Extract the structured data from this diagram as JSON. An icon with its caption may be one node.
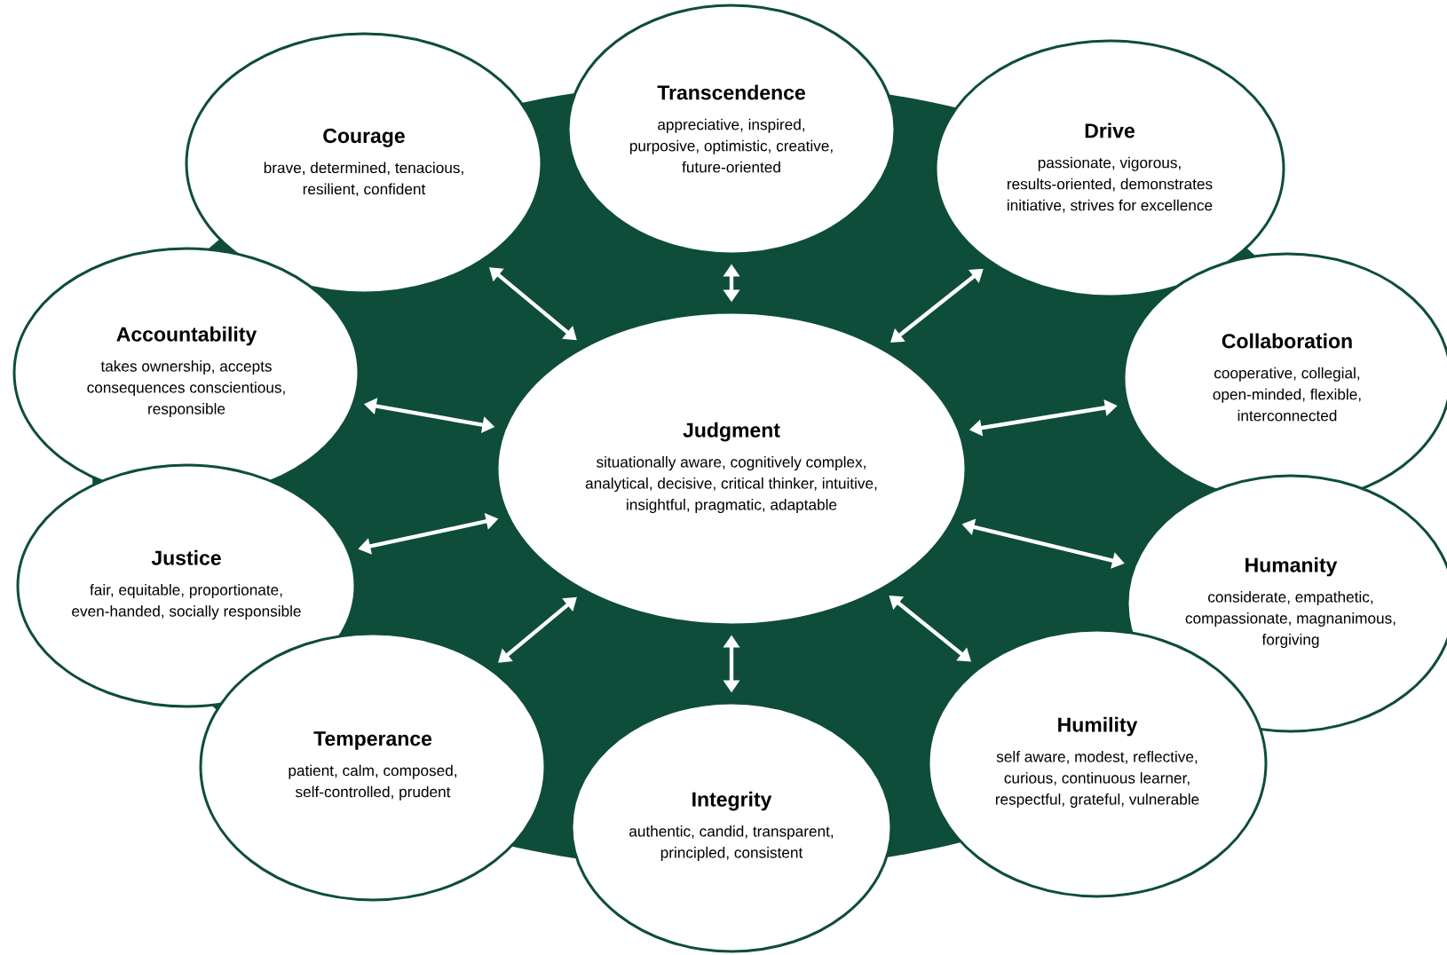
{
  "diagram": {
    "nodes": [
      {
        "text": [
          "Transcendence",
          "appreciative, inspired, purposive, optimistic, creative, future-oriented"
        ]
      },
      {
        "text": [
          "Courage",
          "brave, determined, tenacious, resilient, confident"
        ]
      },
      {
        "text": [
          "Drive",
          "passionate, vigorous, results-oriented, demonstrates initiative, strives for excellence"
        ]
      },
      {
        "text": [
          "Accountability",
          "takes ownership, accepts consequences conscientious, responsible"
        ]
      },
      {
        "text": [
          "Judgment",
          "situationally aware, cognitively complex, analytical, decisive, critical thinker, intuitive, insightful, pragmatic, adaptable"
        ]
      },
      {
        "text": [
          "Collaboration",
          "cooperative, collegial, open-minded, flexible, interconnected"
        ]
      },
      {
        "text": [
          "Justice",
          "fair, equitable, proportionate, even-handed, socially responsible"
        ]
      },
      {
        "text": [
          "Humanity",
          "considerate, empathetic, compassionate, magnanimous, forgiving"
        ]
      },
      {
        "text": [
          "Temperance",
          "patient, calm, composed, self-controlled, prudent"
        ]
      },
      {
        "text": [
          "Humility",
          "self aware, modest, reflective, curious, continuous learner, respectful, grateful, vulnerable"
        ]
      },
      {
        "text": [
          "Integrity",
          "authentic, candid, transparent, principled, consistent"
        ]
      }
    ],
    "edges": [
      {
        "from": 4,
        "to": 0,
        "arrow": "both"
      },
      {
        "from": 4,
        "to": 1,
        "arrow": "both"
      },
      {
        "from": 4,
        "to": 2,
        "arrow": "both"
      },
      {
        "from": 4,
        "to": 3,
        "arrow": "both"
      },
      {
        "from": 4,
        "to": 5,
        "arrow": "both"
      },
      {
        "from": 4,
        "to": 6,
        "arrow": "both"
      },
      {
        "from": 4,
        "to": 7,
        "arrow": "both"
      },
      {
        "from": 4,
        "to": 8,
        "arrow": "both"
      },
      {
        "from": 4,
        "to": 9,
        "arrow": "both"
      },
      {
        "from": 4,
        "to": 10,
        "arrow": "both"
      }
    ]
  }
}
